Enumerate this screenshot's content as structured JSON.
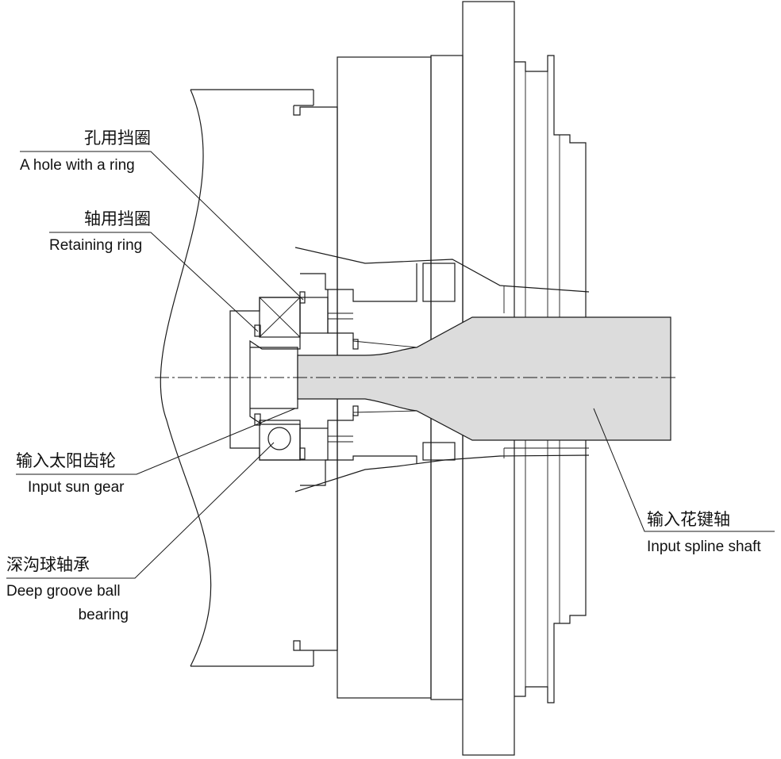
{
  "callouts": {
    "hole_ring": {
      "zh": "孔用挡圈",
      "en": "A hole with a ring"
    },
    "retaining": {
      "zh": "轴用挡圈",
      "en": "Retaining ring"
    },
    "sun_gear": {
      "zh": "输入太阳齿轮",
      "en": "Input sun gear"
    },
    "bearing": {
      "zh": "深沟球轴承",
      "en_line1": "Deep groove ball",
      "en_line2": "bearing"
    },
    "spline": {
      "zh": "输入花键轴",
      "en": "Input spline shaft"
    }
  }
}
